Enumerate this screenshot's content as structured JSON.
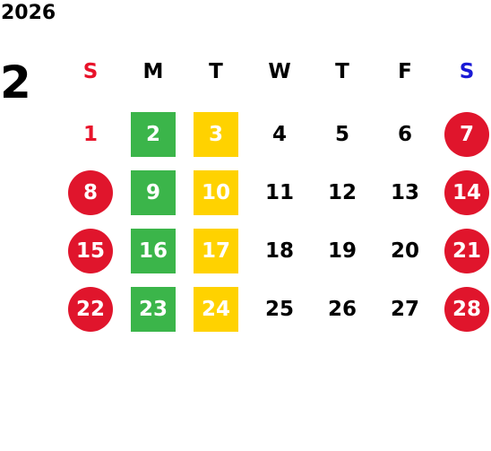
{
  "year": "2026",
  "month": "2",
  "weekdays": [
    "S",
    "M",
    "T",
    "W",
    "T",
    "F",
    "S"
  ],
  "weeks": [
    [
      "1",
      "2",
      "3",
      "4",
      "5",
      "6",
      "7"
    ],
    [
      "8",
      "9",
      "10",
      "11",
      "12",
      "13",
      "14"
    ],
    [
      "15",
      "16",
      "17",
      "18",
      "19",
      "20",
      "21"
    ],
    [
      "22",
      "23",
      "24",
      "25",
      "26",
      "27",
      "28"
    ]
  ],
  "colors": {
    "sunday_header": "#e8132a",
    "saturday_header": "#1a1ad6",
    "holiday_circle": "#e0152c",
    "monday_highlight": "#3bb54a",
    "tuesday_highlight": "#ffd200"
  }
}
